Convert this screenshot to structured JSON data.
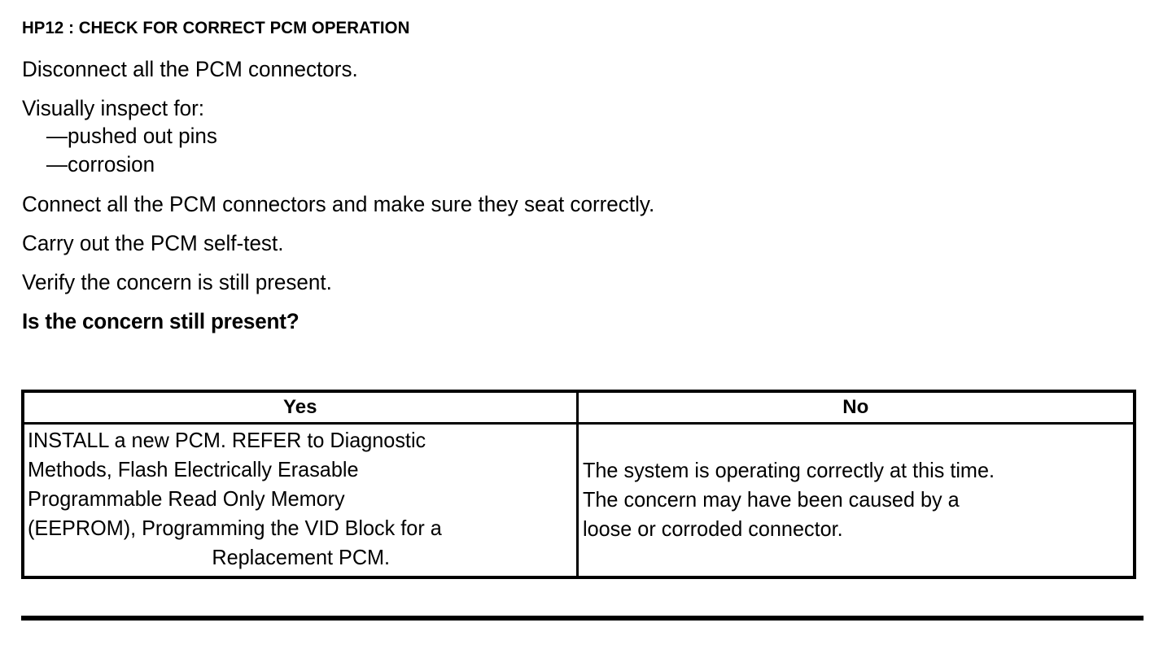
{
  "document": {
    "step_title": "HP12 : CHECK FOR CORRECT PCM OPERATION",
    "instructions": [
      {
        "text": "Disconnect all the PCM connectors.",
        "style": "normal"
      },
      {
        "text": "Visually inspect for:",
        "style": "normal"
      },
      {
        "text": "—pushed out pins",
        "style": "dash"
      },
      {
        "text": "—corrosion",
        "style": "dash"
      },
      {
        "text": "Connect all the PCM connectors and make sure they seat correctly.",
        "style": "normal"
      },
      {
        "text": "Carry out the PCM self-test.",
        "style": "normal"
      },
      {
        "text": "Verify the concern is still present.",
        "style": "normal"
      },
      {
        "text": "Is the concern still present?",
        "style": "bold"
      }
    ],
    "decision_table": {
      "headers": [
        "Yes",
        "No"
      ],
      "yes_cell_lines": [
        "INSTALL a new PCM. REFER to Diagnostic",
        "Methods, Flash Electrically Erasable",
        " Programmable Read Only Memory",
        "(EEPROM), Programming the VID Block for a",
        "Replacement PCM."
      ],
      "no_cell_lines": [
        "The system is operating correctly at this time.",
        "The concern may have been caused by a",
        "loose or corroded connector."
      ]
    }
  },
  "style": {
    "ink_color": "#000000",
    "paper_color": "#ffffff"
  }
}
